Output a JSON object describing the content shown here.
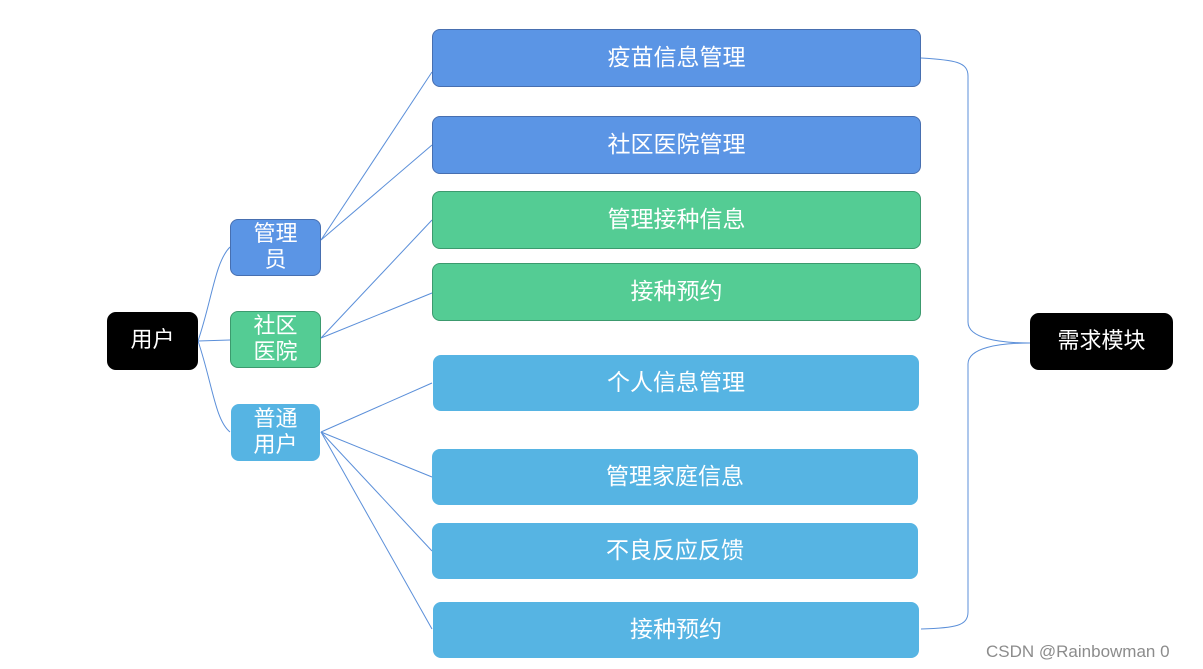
{
  "root": {
    "label": "用户"
  },
  "roles": [
    {
      "id": "admin",
      "label": "管理员",
      "line1": "管理",
      "line2": "员",
      "color": "#5b95e5"
    },
    {
      "id": "hospital",
      "label": "社区医院",
      "line1": "社区",
      "line2": "医院",
      "color": "#54cc94"
    },
    {
      "id": "user",
      "label": "普通用户",
      "line1": "普通",
      "line2": "用户",
      "color": "#56b4e3"
    }
  ],
  "modules": [
    {
      "label": "疫苗信息管理",
      "role": "admin"
    },
    {
      "label": "社区医院管理",
      "role": "admin"
    },
    {
      "label": "管理接种信息",
      "role": "hospital"
    },
    {
      "label": "接种预约",
      "role": "hospital"
    },
    {
      "label": "个人信息管理",
      "role": "user"
    },
    {
      "label": "管理家庭信息",
      "role": "user"
    },
    {
      "label": "不良反应反馈",
      "role": "user"
    },
    {
      "label": "接种预约",
      "role": "user"
    }
  ],
  "summary": {
    "label": "需求模块"
  },
  "watermark": "CSDN @Rainbowman 0",
  "colors": {
    "line": "#5b8fd9",
    "black": "#000000"
  }
}
